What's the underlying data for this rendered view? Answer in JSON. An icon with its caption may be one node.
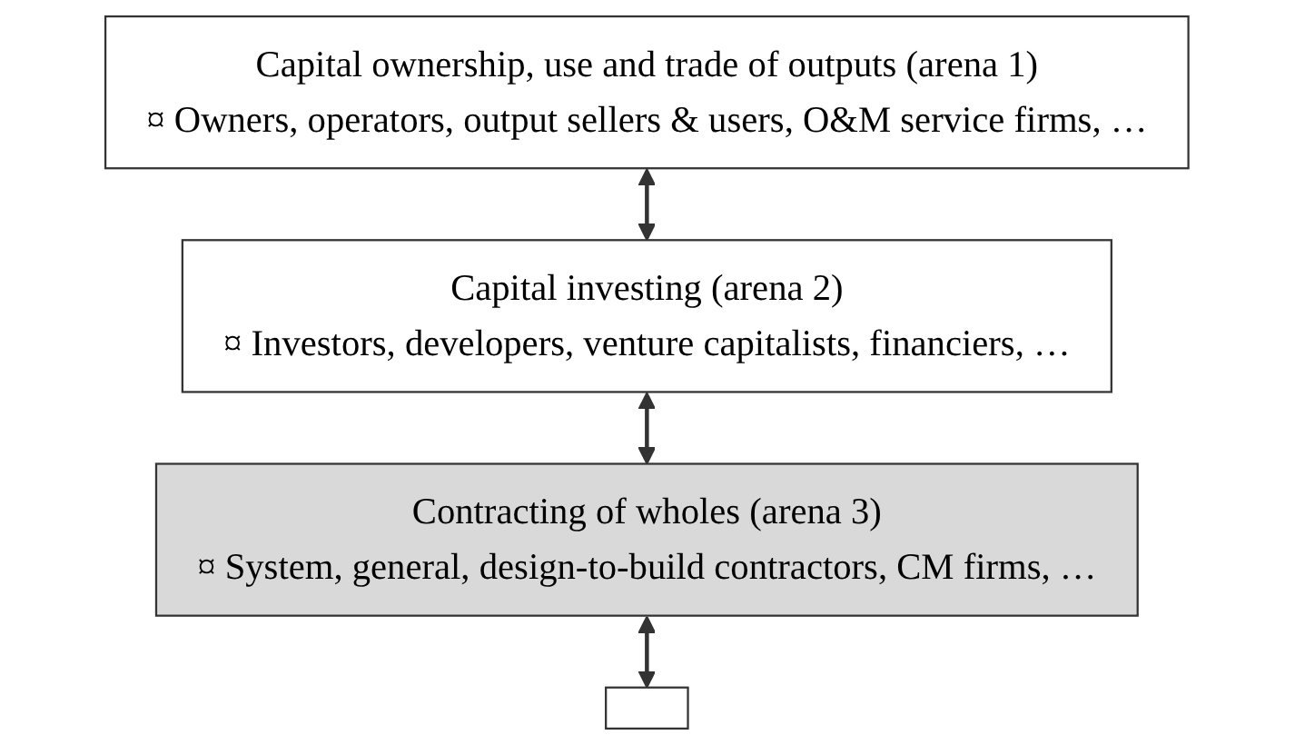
{
  "diagram": {
    "nodes": [
      {
        "text": [
          "Capital ownership, use and trade of outputs (arena 1)",
          "¤ Owners, operators, output sellers & users, O&M service firms, …"
        ]
      },
      {
        "text": [
          "Capital investing (arena 2)",
          "¤ Investors, developers, venture capitalists, financiers, …"
        ]
      },
      {
        "text": [
          "Contracting of wholes (arena 3)",
          "¤ System, general, design-to-build contractors, CM firms, …"
        ]
      },
      {
        "text": [],
        "shape": "box"
      }
    ],
    "edges": [
      {
        "from": 0,
        "to": 1,
        "arrow": "both"
      },
      {
        "from": 1,
        "to": 2,
        "arrow": "both"
      },
      {
        "from": 2,
        "to": 3,
        "arrow": "both"
      }
    ]
  }
}
